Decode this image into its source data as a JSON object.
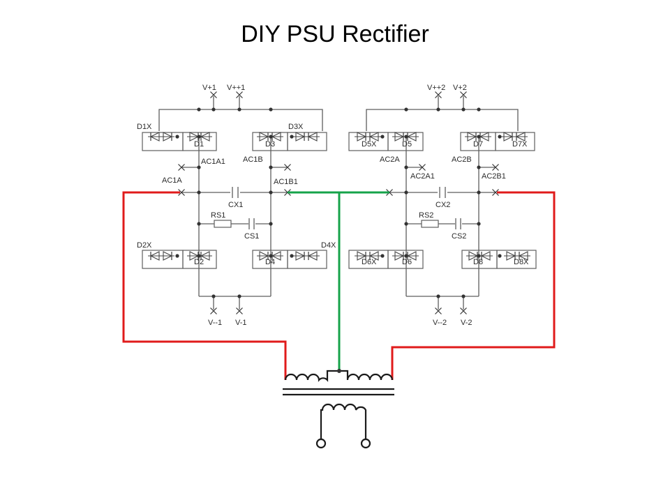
{
  "title": "DIY PSU Rectifier",
  "labels": {
    "v_p1": "V+1",
    "v_pp1": "V++1",
    "v_pp2": "V++2",
    "v_p2": "V+2",
    "d1x": "D1X",
    "d1": "D1",
    "d3": "D3",
    "d3x": "D3X",
    "d5x": "D5X",
    "d5": "D5",
    "d7": "D7",
    "d7x": "D7X",
    "ac1a1": "AC1A1",
    "ac1b": "AC1B",
    "ac1a": "AC1A",
    "ac1b1": "AC1B1",
    "ac2a": "AC2A",
    "ac2a1": "AC2A1",
    "ac2b": "AC2B",
    "ac2b1": "AC2B1",
    "cx1": "CX1",
    "cx2": "CX2",
    "rs1": "RS1",
    "cs1": "CS1",
    "rs2": "RS2",
    "cs2": "CS2",
    "d2x": "D2X",
    "d2": "D2",
    "d4": "D4",
    "d4x": "D4X",
    "d6x": "D6X",
    "d6": "D6",
    "d8": "D8",
    "d8x": "D8X",
    "v_mm1": "V--1",
    "v_m1": "V-1",
    "v_mm2": "V--2",
    "v_m2": "V-2"
  },
  "colors": {
    "ac_lead": "#e01b1b",
    "center_tap": "#16a34a",
    "schematic": "#5e5e5e"
  }
}
